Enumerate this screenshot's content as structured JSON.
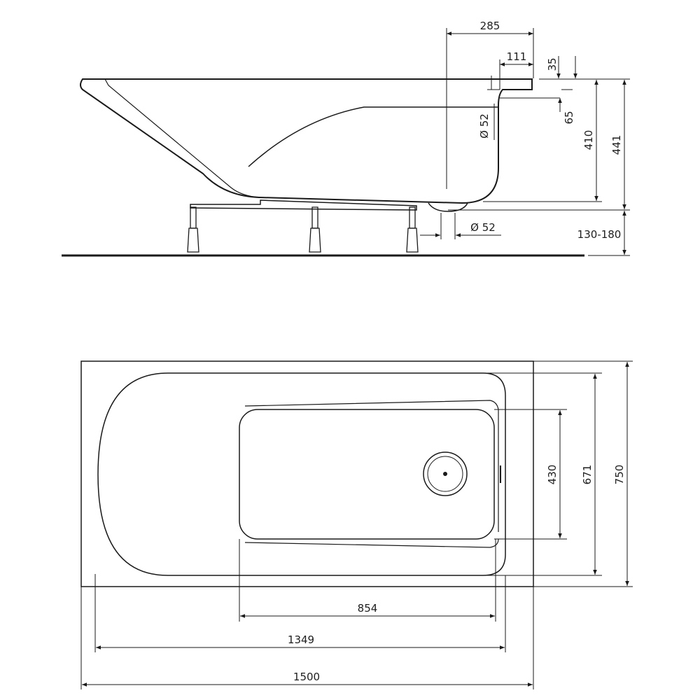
{
  "side_view": {
    "dims": {
      "top_width": "285",
      "overflow_offset": "111",
      "rim_thickness": "35",
      "overflow_drop": "65",
      "inner_depth": "410",
      "total_height": "441",
      "overflow_diameter": "Ø 52",
      "drain_diameter": "Ø 52",
      "leg_height": "130-180"
    }
  },
  "plan_view": {
    "dims": {
      "bottom_length": "854",
      "inner_length": "1349",
      "outer_length": "1500",
      "bottom_width": "430",
      "inner_width": "671",
      "outer_width": "750"
    }
  },
  "colors": {
    "line": "#1a1a1a",
    "background": "#ffffff"
  }
}
